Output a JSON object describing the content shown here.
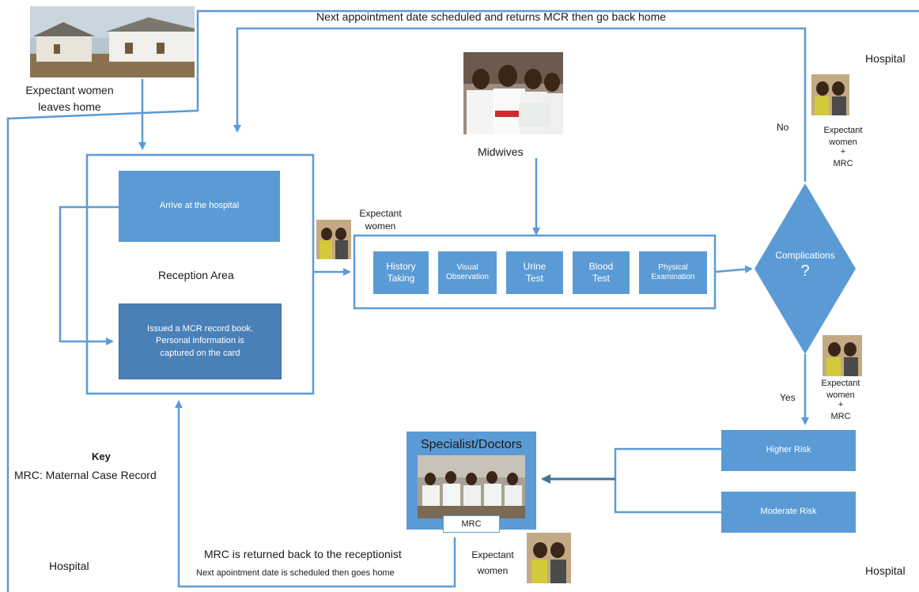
{
  "labels": {
    "leaves_home_1": "Expectant women",
    "leaves_home_2": "leaves home",
    "top_loop": "Next appointment date scheduled and returns MCR then go back home",
    "hospital_top_right": "Hospital",
    "hospital_bottom_left": "Hospital",
    "hospital_bottom_right": "Hospital",
    "midwives": "Midwives",
    "reception_area": "Reception Area",
    "expectant_women_1": "Expectant",
    "expectant_women_2": "women",
    "no": "No",
    "yes": "Yes",
    "top_photo_women": "Expectant",
    "top_photo_women2": "women",
    "plus": "+",
    "mrc": "MRC",
    "bottom_photo_women": "Expectant",
    "bottom_photo_women2": "women",
    "key_title": "Key",
    "key_text": "MRC: Maternal Case Record",
    "specialist_title": "Specialist/Doctors",
    "mrc_tag": "MRC",
    "returned_1": "MRC is returned back to the receptionist",
    "returned_2": "Next apointment date is scheduled then goes home",
    "expectant_bottom_1": "Expectant",
    "expectant_bottom_2": "women"
  },
  "reception": {
    "arrive": "Arrive at the hospital",
    "issued_1": "Issued a MCR record book.",
    "issued_2": "Personal information is",
    "issued_3": "captured on the card"
  },
  "steps": [
    {
      "line1": "History",
      "line2": "Taking"
    },
    {
      "line1": "Visual",
      "line2": "Observation"
    },
    {
      "line1": "Urine",
      "line2": "Test"
    },
    {
      "line1": "Blood",
      "line2": "Test"
    },
    {
      "line1": "Physical",
      "line2": "Examination"
    }
  ],
  "decision": {
    "label": "Complications",
    "symbol": "?"
  },
  "risk": {
    "higher": "Higher Risk",
    "moderate": "Moderate Risk"
  },
  "colors": {
    "accent": "#5b9bd5",
    "accent_dark": "#4a80b8",
    "line": "#5b9bd5"
  }
}
